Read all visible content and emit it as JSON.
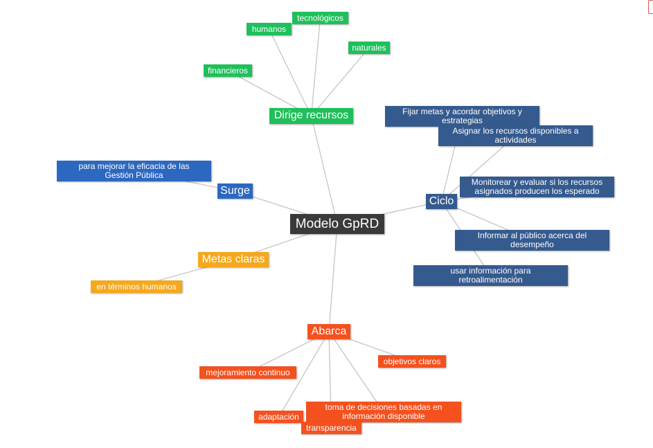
{
  "diagram": {
    "root": {
      "label": "Modelo GpRD",
      "color": "#3a3a38"
    },
    "branches": [
      {
        "key": "recursos",
        "label": "Dirige recursos",
        "color": "#1fbf5b",
        "children": [
          "financieros",
          "humanos",
          "tecnológicos",
          "naturales"
        ]
      },
      {
        "key": "surge",
        "label": "Surge",
        "color": "#2c68c0",
        "children": [
          "para mejorar la eficacia de las Gestión Pública"
        ]
      },
      {
        "key": "ciclo",
        "label": "Ciclo",
        "color": "#355a8e",
        "children": [
          "Fijar metas y acordar objetivos y estrategias",
          "Asignar los recursos disponibles a actividades",
          "Monitorear y evaluar si los recursos asignados producen los esperado",
          "Informar al público acerca del desempeño",
          "usar información para retroalimentación"
        ]
      },
      {
        "key": "metas",
        "label": "Metas claras",
        "color": "#f5a81d",
        "children": [
          "en términos humanos"
        ]
      },
      {
        "key": "abarca",
        "label": "Abarca",
        "color": "#f4511e",
        "children": [
          "objetivos claros",
          "mejoramiento continuo",
          "adaptación",
          "toma de decisiones basadas en información disponible",
          "transparencia"
        ]
      }
    ]
  }
}
